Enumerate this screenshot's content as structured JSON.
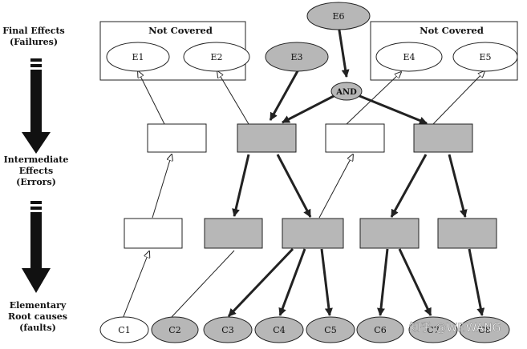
{
  "levels": {
    "final": [
      "Final Effects",
      "(Failures)"
    ],
    "intermediate": [
      "Intermediate",
      "Effects",
      "(Errors)"
    ],
    "elementary": [
      "Elementary",
      "Root causes",
      "(faults)"
    ]
  },
  "groups": {
    "left": "Not Covered",
    "right": "Not Covered"
  },
  "failures": {
    "e1": "E1",
    "e2": "E2",
    "e3": "E3",
    "e4": "E4",
    "e5": "E5",
    "e6": "E6"
  },
  "gate": "AND",
  "causes": {
    "c1": "C1",
    "c2": "C2",
    "c3": "C3",
    "c4": "C4",
    "c5": "C5",
    "c6": "C6",
    "c7": "C7",
    "c8": "C8"
  },
  "watermark": "知乎 @WF.WANG",
  "colors": {
    "covered_fill": "#b7b7b7",
    "uncovered_fill": "#ffffff",
    "stroke": "#222222"
  }
}
